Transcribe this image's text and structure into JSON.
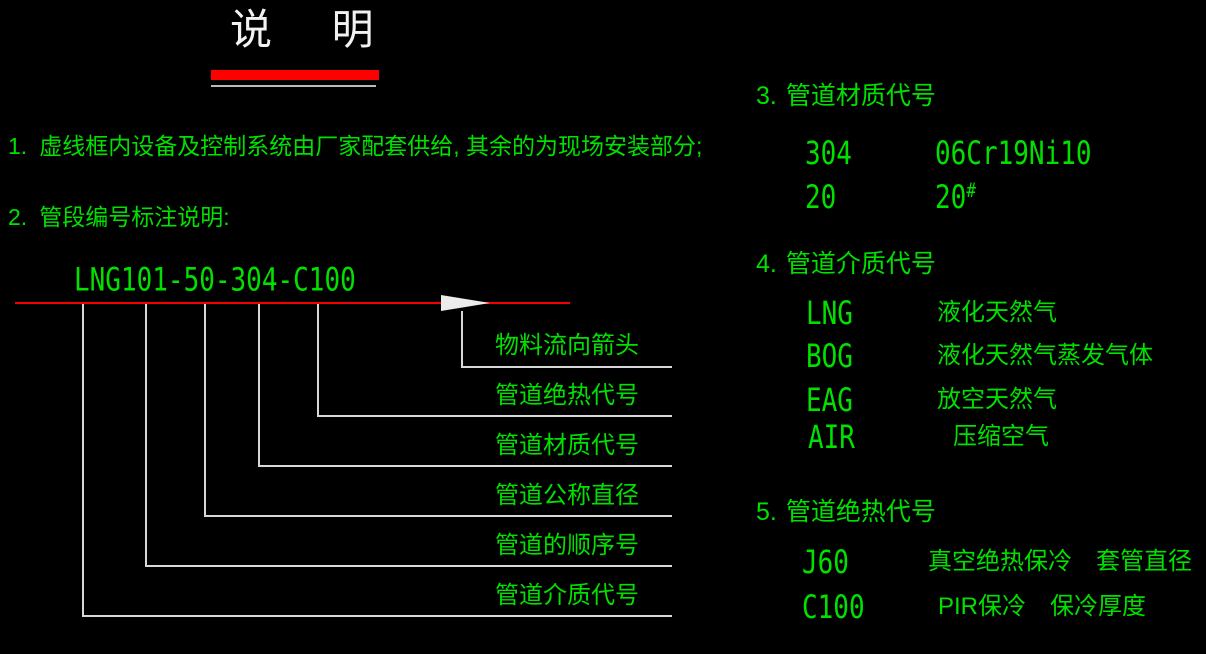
{
  "colors": {
    "background": "#000000",
    "cad_green": "#00e100",
    "accent_red": "#ff0000",
    "line_gray": "#d8d8d8",
    "title_white": "#f2f2f2"
  },
  "title": {
    "text": "说 明"
  },
  "notes": [
    {
      "num": "1.",
      "text": "虚线框内设备及控制系统由厂家配套供给, 其余的为现场安装部分;"
    },
    {
      "num": "2.",
      "text": "管段编号标注说明:"
    }
  ],
  "pipe_tag": {
    "example": "LNG101-50-304-C100",
    "flow_arrow_icon": "right-flow-arrow",
    "callouts": [
      "物料流向箭头",
      "管道绝热代号",
      "管道材质代号",
      "管道公称直径",
      "管道的顺序号",
      "管道介质代号"
    ]
  },
  "sections": [
    {
      "num": "3.",
      "title": "管道材质代号",
      "rows": [
        {
          "code": "304",
          "desc": "06Cr19Ni10"
        },
        {
          "code": "20",
          "desc": "20",
          "desc_sup": "#"
        }
      ]
    },
    {
      "num": "4.",
      "title": "管道介质代号",
      "rows": [
        {
          "code": "LNG",
          "desc": "液化天然气"
        },
        {
          "code": "BOG",
          "desc": "液化天然气蒸发气体"
        },
        {
          "code": "EAG",
          "desc": "放空天然气"
        },
        {
          "code": "AIR",
          "desc": "压缩空气"
        }
      ]
    },
    {
      "num": "5.",
      "title": "管道绝热代号",
      "rows": [
        {
          "code": "J60",
          "desc": "真空绝热保冷　套管直径"
        },
        {
          "code": "C100",
          "desc": "PIR保冷　保冷厚度"
        }
      ]
    }
  ]
}
